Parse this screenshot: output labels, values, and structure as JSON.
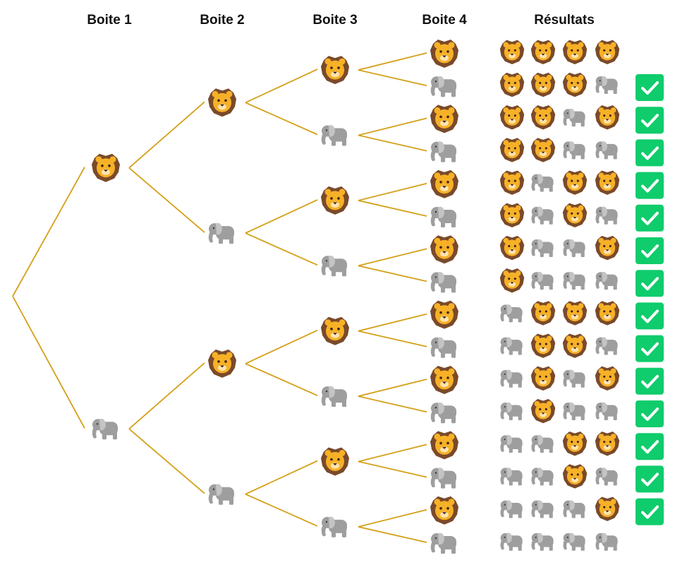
{
  "headers": {
    "box1": "Boite 1",
    "box2": "Boite 2",
    "box3": "Boite 3",
    "box4": "Boite 4",
    "results": "Résultats"
  },
  "colors": {
    "branch": "#d4a017",
    "check_bg": "#0fcc6c",
    "check_mark": "#ffffff",
    "lion_mane": "#7a4a2a",
    "lion_face": "#f7b126",
    "elephant": "#9e9e9e"
  },
  "icons": {
    "L": "lion-icon",
    "E": "elephant-icon",
    "check": "check-icon"
  },
  "outcomes": [
    {
      "seq": [
        "L",
        "L",
        "L",
        "L"
      ],
      "checked": false
    },
    {
      "seq": [
        "L",
        "L",
        "L",
        "E"
      ],
      "checked": true
    },
    {
      "seq": [
        "L",
        "L",
        "E",
        "L"
      ],
      "checked": true
    },
    {
      "seq": [
        "L",
        "L",
        "E",
        "E"
      ],
      "checked": true
    },
    {
      "seq": [
        "L",
        "E",
        "L",
        "L"
      ],
      "checked": true
    },
    {
      "seq": [
        "L",
        "E",
        "L",
        "E"
      ],
      "checked": true
    },
    {
      "seq": [
        "L",
        "E",
        "E",
        "L"
      ],
      "checked": true
    },
    {
      "seq": [
        "L",
        "E",
        "E",
        "E"
      ],
      "checked": true
    },
    {
      "seq": [
        "E",
        "L",
        "L",
        "L"
      ],
      "checked": true
    },
    {
      "seq": [
        "E",
        "L",
        "L",
        "E"
      ],
      "checked": true
    },
    {
      "seq": [
        "E",
        "L",
        "E",
        "L"
      ],
      "checked": true
    },
    {
      "seq": [
        "E",
        "L",
        "E",
        "E"
      ],
      "checked": true
    },
    {
      "seq": [
        "E",
        "E",
        "L",
        "L"
      ],
      "checked": true
    },
    {
      "seq": [
        "E",
        "E",
        "L",
        "E"
      ],
      "checked": true
    },
    {
      "seq": [
        "E",
        "E",
        "E",
        "L"
      ],
      "checked": true
    },
    {
      "seq": [
        "E",
        "E",
        "E",
        "E"
      ],
      "checked": false
    }
  ]
}
